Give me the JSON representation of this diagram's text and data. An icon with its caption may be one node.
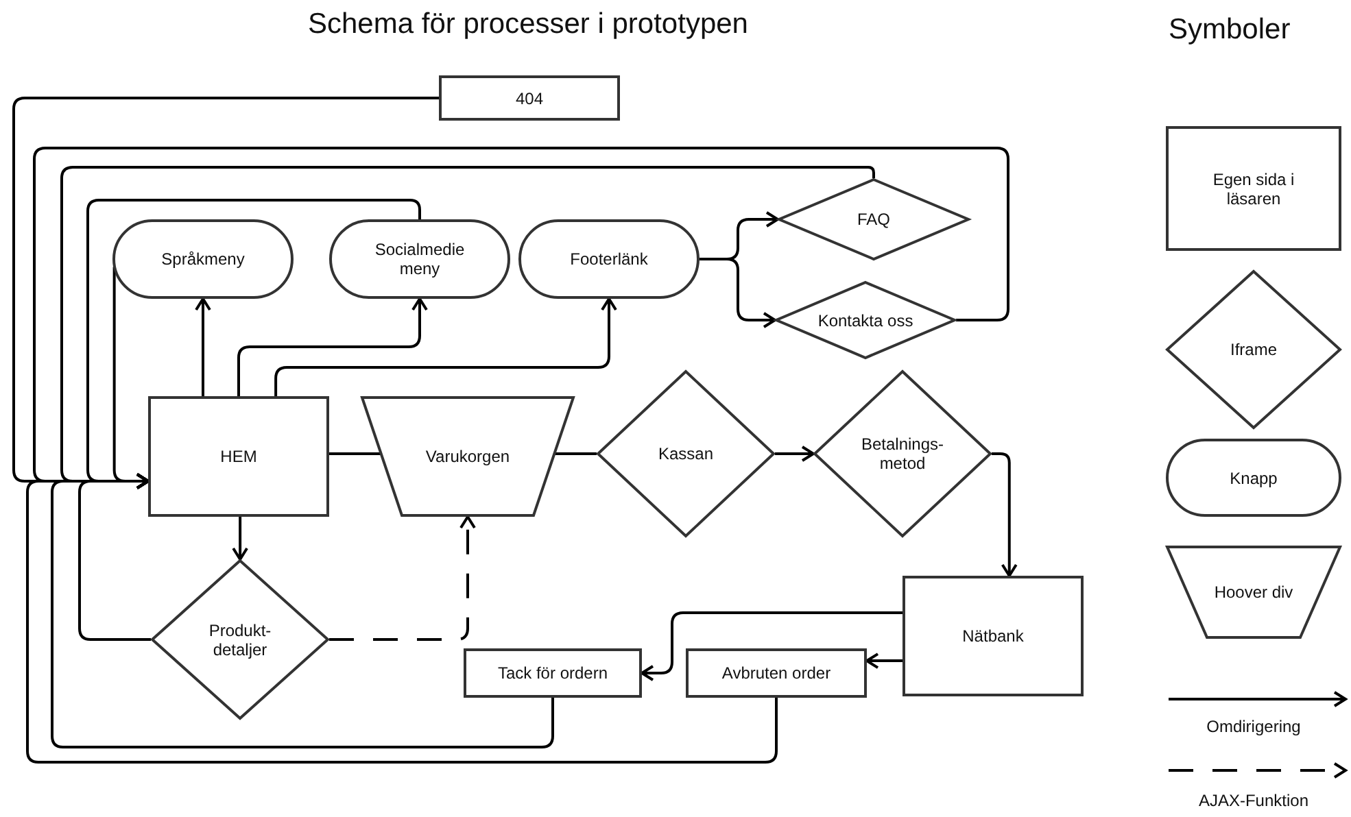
{
  "diagram": {
    "title": "Schema för processer i prototypen",
    "nodes": [
      {
        "text": [
          "404"
        ]
      },
      {
        "text": [
          "Språkmeny"
        ]
      },
      {
        "text": [
          "Socialmedie meny"
        ]
      },
      {
        "text": [
          "Footerlänk"
        ]
      },
      {
        "text": [
          "FAQ"
        ]
      },
      {
        "text": [
          "Kontakta oss"
        ]
      },
      {
        "text": [
          "HEM"
        ]
      },
      {
        "text": [
          "Varukorgen"
        ]
      },
      {
        "text": [
          "Kassan"
        ]
      },
      {
        "text": [
          "Betalnings- metod"
        ]
      },
      {
        "text": [
          "Produkt- detaljer"
        ]
      },
      {
        "text": [
          "Nätbank"
        ]
      },
      {
        "text": [
          "Tack för ordern"
        ]
      },
      {
        "text": [
          "Avbruten order"
        ]
      },
      {
        "text": [
          "Egen sida i läsaren"
        ]
      },
      {
        "text": [
          "Iframe"
        ]
      },
      {
        "text": [
          "Knapp"
        ]
      },
      {
        "text": [
          "Hoover div"
        ]
      }
    ],
    "edges": [
      {
        "from": 0,
        "to": 6,
        "arrow": "to"
      },
      {
        "from": 4,
        "to": 6,
        "arrow": "to"
      },
      {
        "from": 5,
        "to": 6,
        "arrow": "to"
      },
      {
        "from": 2,
        "to": 6,
        "arrow": "to"
      },
      {
        "from": 1,
        "to": 6,
        "arrow": "to"
      },
      {
        "from": 6,
        "to": 1,
        "arrow": "to"
      },
      {
        "from": 6,
        "to": 2,
        "arrow": "to"
      },
      {
        "from": 6,
        "to": 3,
        "arrow": "to"
      },
      {
        "from": 3,
        "to": 4,
        "arrow": "to"
      },
      {
        "from": 3,
        "to": 5,
        "arrow": "to"
      },
      {
        "from": 6,
        "to": 7,
        "arrow": "none"
      },
      {
        "from": 7,
        "to": 8,
        "arrow": "none"
      },
      {
        "from": 8,
        "to": 9,
        "arrow": "to"
      },
      {
        "from": 9,
        "to": 11,
        "arrow": "to"
      },
      {
        "from": 11,
        "to": 12,
        "arrow": "to"
      },
      {
        "from": 11,
        "to": 13,
        "arrow": "to"
      },
      {
        "from": 12,
        "to": 6,
        "arrow": "to"
      },
      {
        "from": 13,
        "to": 6,
        "arrow": "to"
      },
      {
        "from": 10,
        "to": 6,
        "arrow": "to"
      },
      {
        "from": 6,
        "to": 10,
        "arrow": "to"
      },
      {
        "from": 10,
        "to": 7,
        "arrow": "to",
        "style": "dashed"
      }
    ],
    "labels": [
      "Symboler"
    ],
    "legend": [
      {
        "text": "Omdirigering"
      },
      {
        "text": "AJAX-Funktion"
      }
    ]
  }
}
